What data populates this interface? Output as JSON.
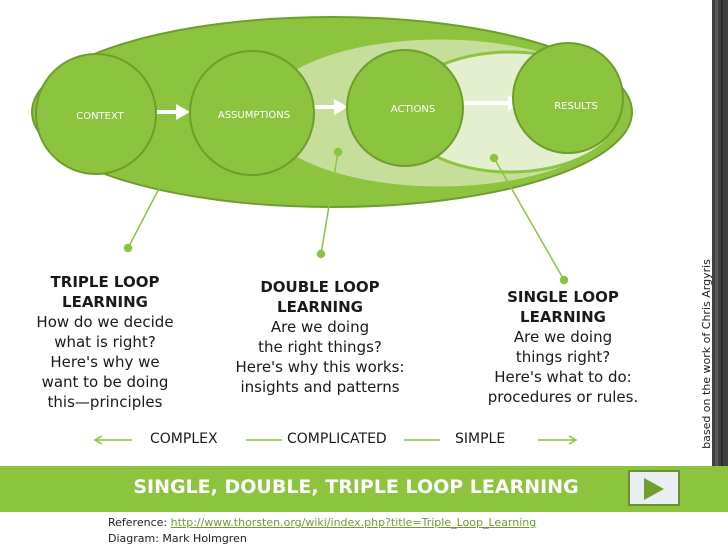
{
  "nodes": {
    "context": "CONTEXT",
    "assumptions": "ASSUMPTIONS",
    "actions": "ACTIONS",
    "results": "RESULTS"
  },
  "loops": {
    "triple": {
      "title_1": "TRIPLE LOOP",
      "title_2": "LEARNING",
      "lines": [
        "How do we decide",
        "what is right?",
        "Here's why we",
        "want to be doing",
        "this—principles"
      ]
    },
    "double": {
      "title_1": "DOUBLE LOOP",
      "title_2": "LEARNING",
      "lines": [
        "Are we doing",
        "the right things?",
        "Here's why this works:",
        "insights and patterns"
      ]
    },
    "single": {
      "title_1": "SINGLE LOOP",
      "title_2": "LEARNING",
      "lines": [
        "Are we doing",
        "things right?",
        "Here's what to do:",
        "procedures or rules."
      ]
    }
  },
  "scale": {
    "complex": "COMPLEX",
    "complicated": "COMPLICATED",
    "simple": "SIMPLE"
  },
  "credit": "based on the work of  Chris Argyris",
  "title": "SINGLE, DOUBLE, TRIPLE LOOP LEARNING",
  "reference": {
    "label": "Reference: ",
    "link": "http://www.thorsten.org/wiki/index.php?title=Triple_Loop_Learning",
    "diagram": "Diagram: Mark Holmgren"
  },
  "colors": {
    "green_dark": "#6e9e2a",
    "green": "#8cc43f",
    "green_light": "#c5df9b",
    "green_pale": "#e3efcf"
  }
}
